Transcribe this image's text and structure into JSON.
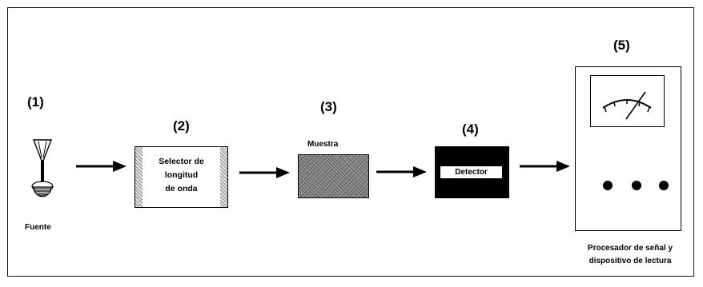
{
  "steps": {
    "s1": {
      "num": "(1)",
      "label": "Fuente"
    },
    "s2": {
      "num": "(2)",
      "label_lines": [
        "Selector de",
        "longitud",
        "de onda"
      ]
    },
    "s3": {
      "num": "(3)",
      "label": "Muestra"
    },
    "s4": {
      "num": "(4)",
      "label": "Detector"
    },
    "s5": {
      "num": "(5)",
      "label_line1": "Procesador de señal y",
      "label_line2": "dispositivo de lectura"
    }
  },
  "colors": {
    "ink": "#000000",
    "background": "#ffffff",
    "sample_fill": "#9a9a9a"
  },
  "icons": [
    "lamp-icon",
    "arrow-right-icon",
    "meter-dial-icon"
  ]
}
